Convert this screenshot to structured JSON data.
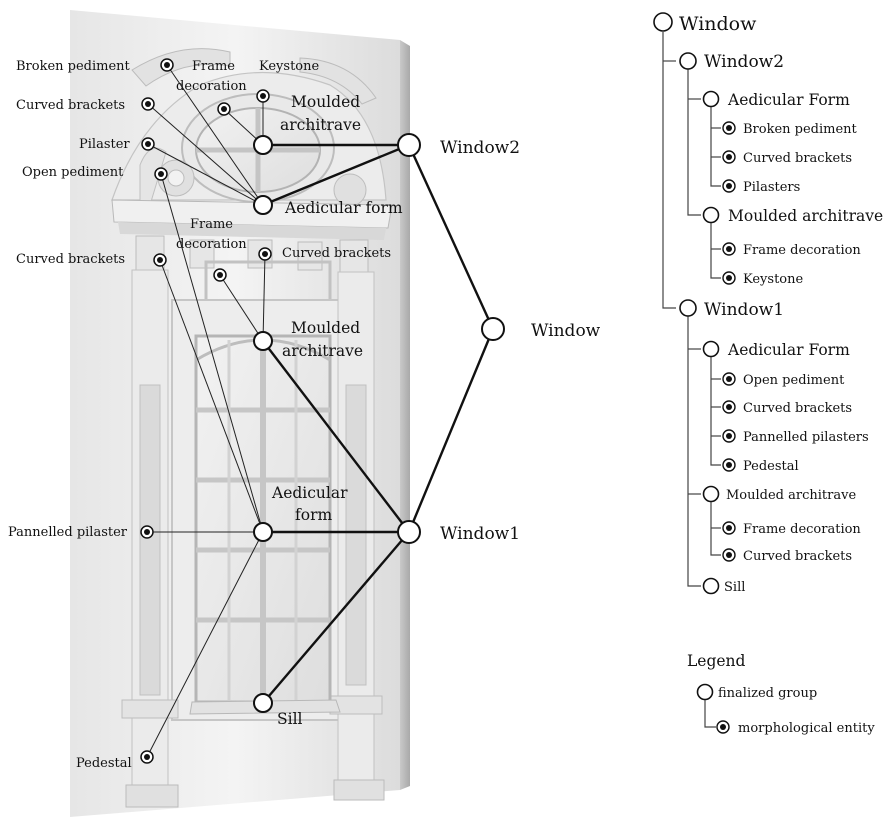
{
  "left_labels": {
    "broken_pediment": "Broken pediment",
    "frame_decoration_top": [
      "Frame",
      "decoration"
    ],
    "keystone": "Keystone",
    "curved_brackets_top": "Curved brackets",
    "pilaster": "Pilaster",
    "open_pediment": "Open pediment",
    "frame_decoration_mid": [
      "Frame",
      "decoration"
    ],
    "curved_brackets_mid_left": "Curved brackets",
    "curved_brackets_mid_right": "Curved brackets",
    "pannelled_pilaster": "Pannelled pilaster",
    "pedestal": "Pedestal"
  },
  "group_labels": {
    "moulded_architrave_top": [
      "Moulded",
      "architrave"
    ],
    "aedicular_form_top": "Aedicular form",
    "moulded_architrave_bottom": [
      "Moulded",
      "architrave"
    ],
    "aedicular_form_bottom": [
      "Aedicular",
      "form"
    ],
    "sill": "Sill",
    "window2": "Window2",
    "window1": "Window1",
    "window": "Window"
  },
  "tree": {
    "root": "Window",
    "window2": {
      "label": "Window2",
      "aedicular": {
        "label": "Aedicular Form",
        "items": [
          "Broken pediment",
          "Curved brackets",
          "Pilasters"
        ]
      },
      "architrave": {
        "label": "Moulded architrave",
        "items": [
          "Frame decoration",
          "Keystone"
        ]
      }
    },
    "window1": {
      "label": "Window1",
      "aedicular": {
        "label": "Aedicular Form",
        "items": [
          "Open pediment",
          "Curved brackets",
          "Pannelled pilasters",
          "Pedestal"
        ]
      },
      "architrave": {
        "label": "Moulded architrave",
        "items": [
          "Frame decoration",
          "Curved brackets"
        ]
      },
      "sill": "Sill"
    }
  },
  "legend": {
    "title": "Legend",
    "group": "finalized group",
    "entity": "morphological entity"
  }
}
